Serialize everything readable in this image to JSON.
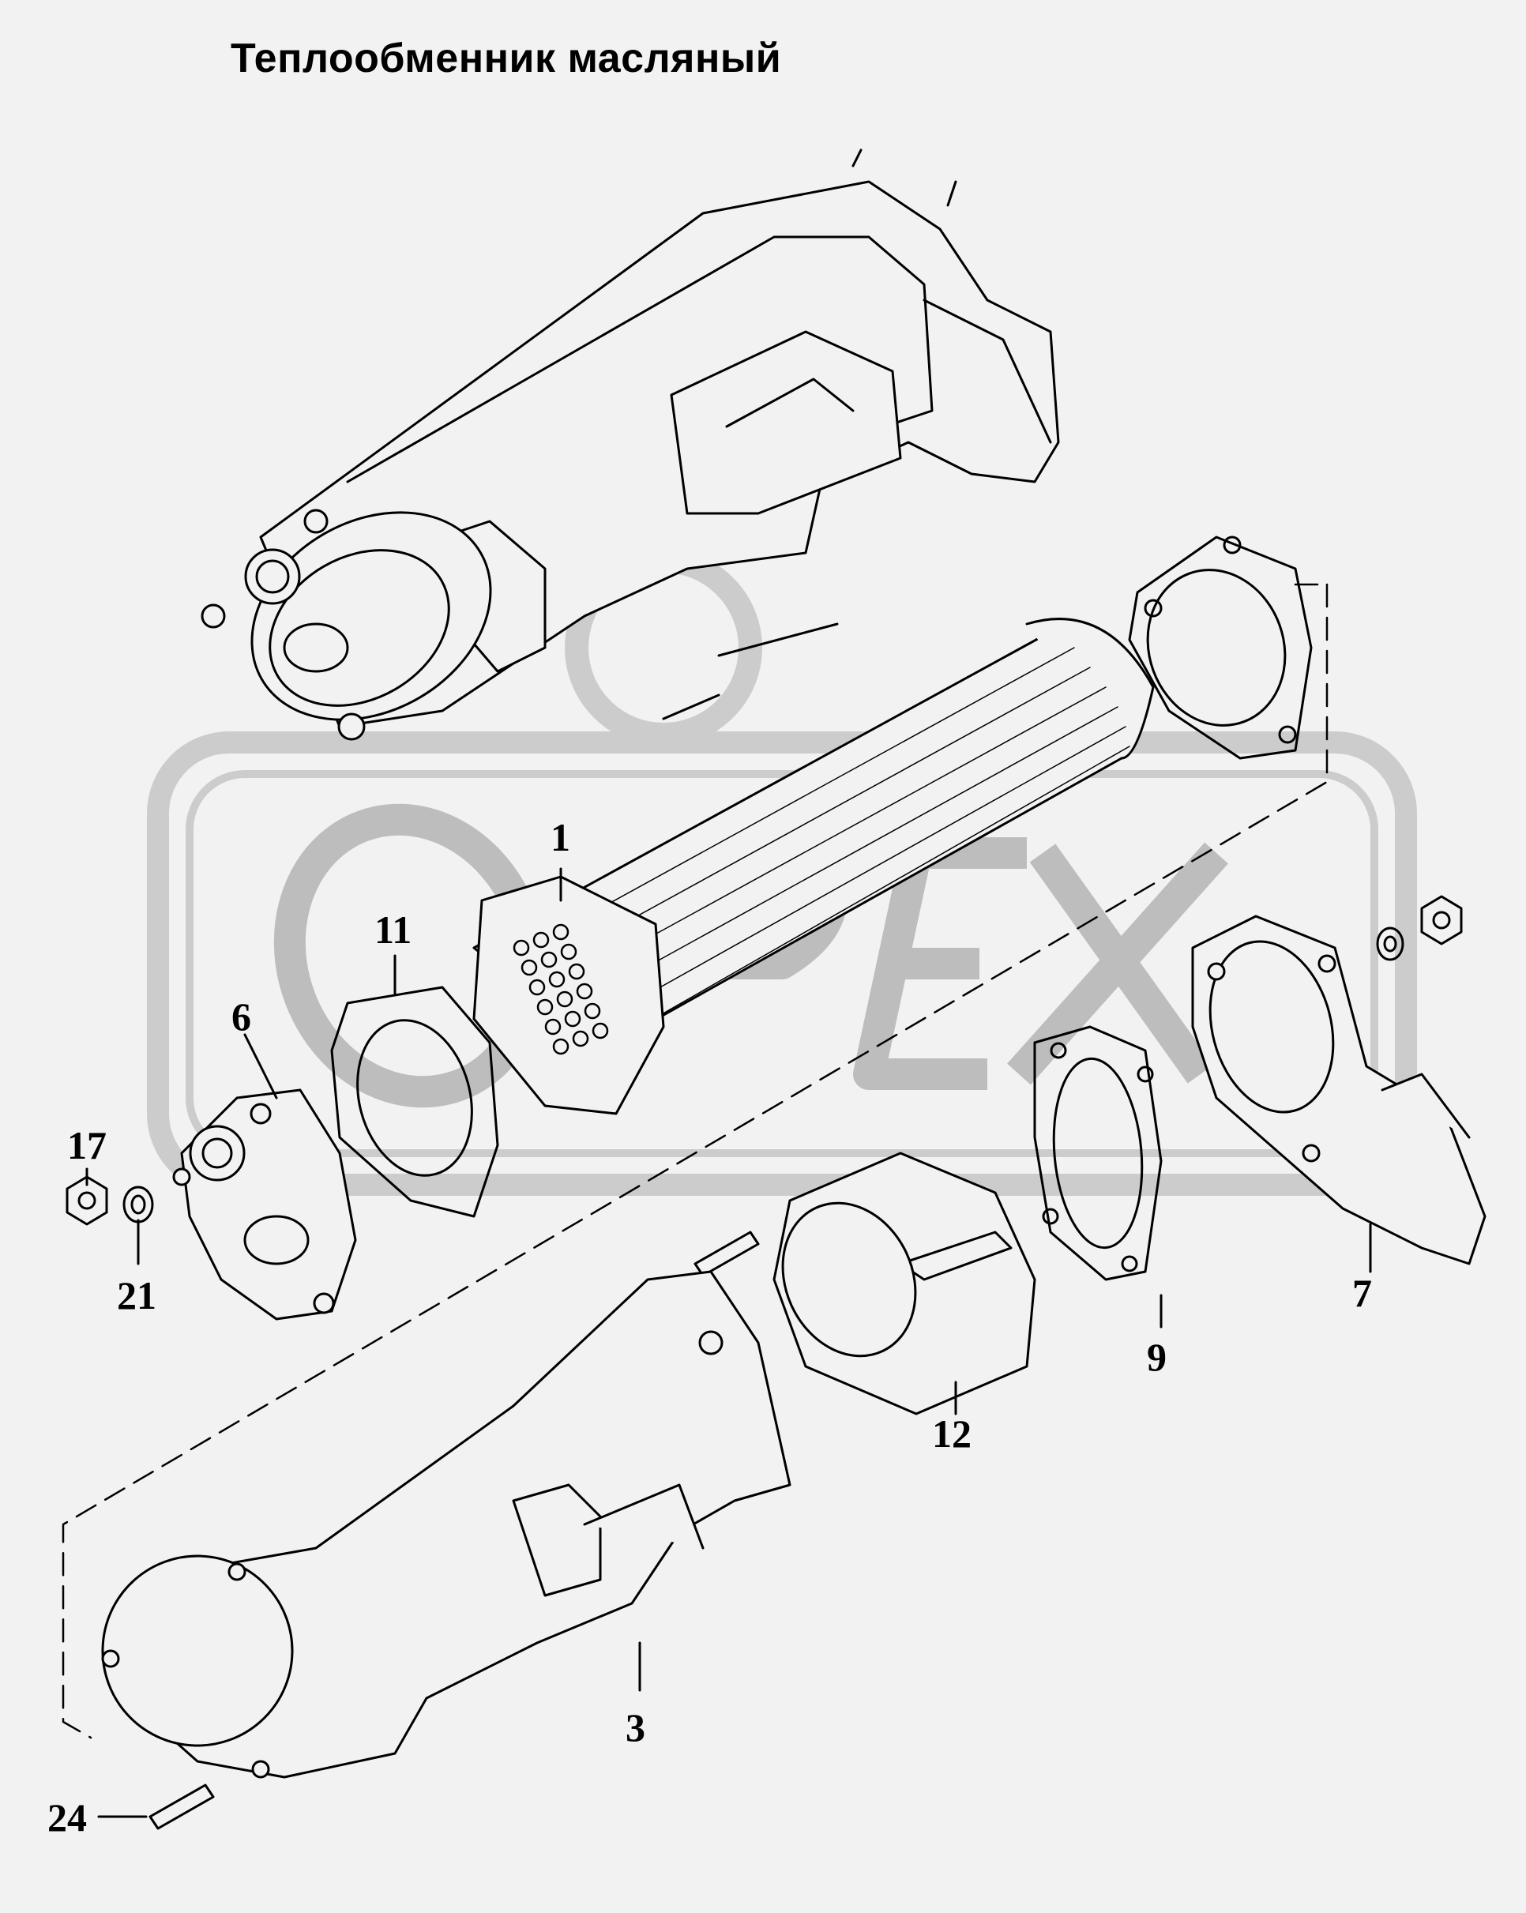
{
  "title": "Теплообменник масляный",
  "callouts": {
    "p1": "1",
    "p3": "3",
    "p6": "6",
    "p7": "7",
    "p9": "9",
    "p11": "11",
    "p12": "12",
    "p17": "17",
    "p21": "21",
    "p24": "24"
  },
  "watermark": "OPEX",
  "colors": {
    "background": "#f2f2f2",
    "line": "#000000",
    "watermark": "#c8c8c8"
  }
}
